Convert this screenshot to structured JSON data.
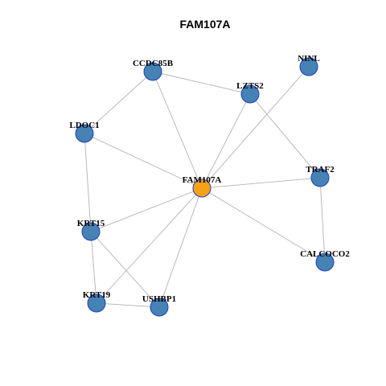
{
  "graph": {
    "title": "FAM107A",
    "colors": {
      "hub_fill": "#F7A11A",
      "node_fill": "#4682B4",
      "node_stroke": "#1F3FBF",
      "edge": "#B3B3B3"
    },
    "nodes": [
      {
        "id": "FAM107A",
        "label": "FAM107A",
        "hub": true
      },
      {
        "id": "CCDC85B",
        "label": "CCDC85B"
      },
      {
        "id": "NINL",
        "label": "NINL"
      },
      {
        "id": "LZTS2",
        "label": "LZTS2"
      },
      {
        "id": "LDOC1",
        "label": "LDOC1"
      },
      {
        "id": "TRAF2",
        "label": "TRAF2"
      },
      {
        "id": "KRT15",
        "label": "KRT15"
      },
      {
        "id": "CALCOCO2",
        "label": "CALCOCO2"
      },
      {
        "id": "KRT19",
        "label": "KRT19"
      },
      {
        "id": "USHBP1",
        "label": "USHBP1"
      }
    ],
    "edges": [
      [
        "FAM107A",
        "CCDC85B"
      ],
      [
        "FAM107A",
        "NINL"
      ],
      [
        "FAM107A",
        "LZTS2"
      ],
      [
        "FAM107A",
        "LDOC1"
      ],
      [
        "FAM107A",
        "TRAF2"
      ],
      [
        "FAM107A",
        "KRT15"
      ],
      [
        "FAM107A",
        "CALCOCO2"
      ],
      [
        "FAM107A",
        "KRT19"
      ],
      [
        "FAM107A",
        "USHBP1"
      ],
      [
        "CCDC85B",
        "LZTS2"
      ],
      [
        "CCDC85B",
        "LDOC1"
      ],
      [
        "LZTS2",
        "TRAF2"
      ],
      [
        "TRAF2",
        "CALCOCO2"
      ],
      [
        "LDOC1",
        "KRT15"
      ],
      [
        "KRT15",
        "KRT19"
      ],
      [
        "KRT15",
        "USHBP1"
      ],
      [
        "KRT19",
        "USHBP1"
      ]
    ]
  }
}
